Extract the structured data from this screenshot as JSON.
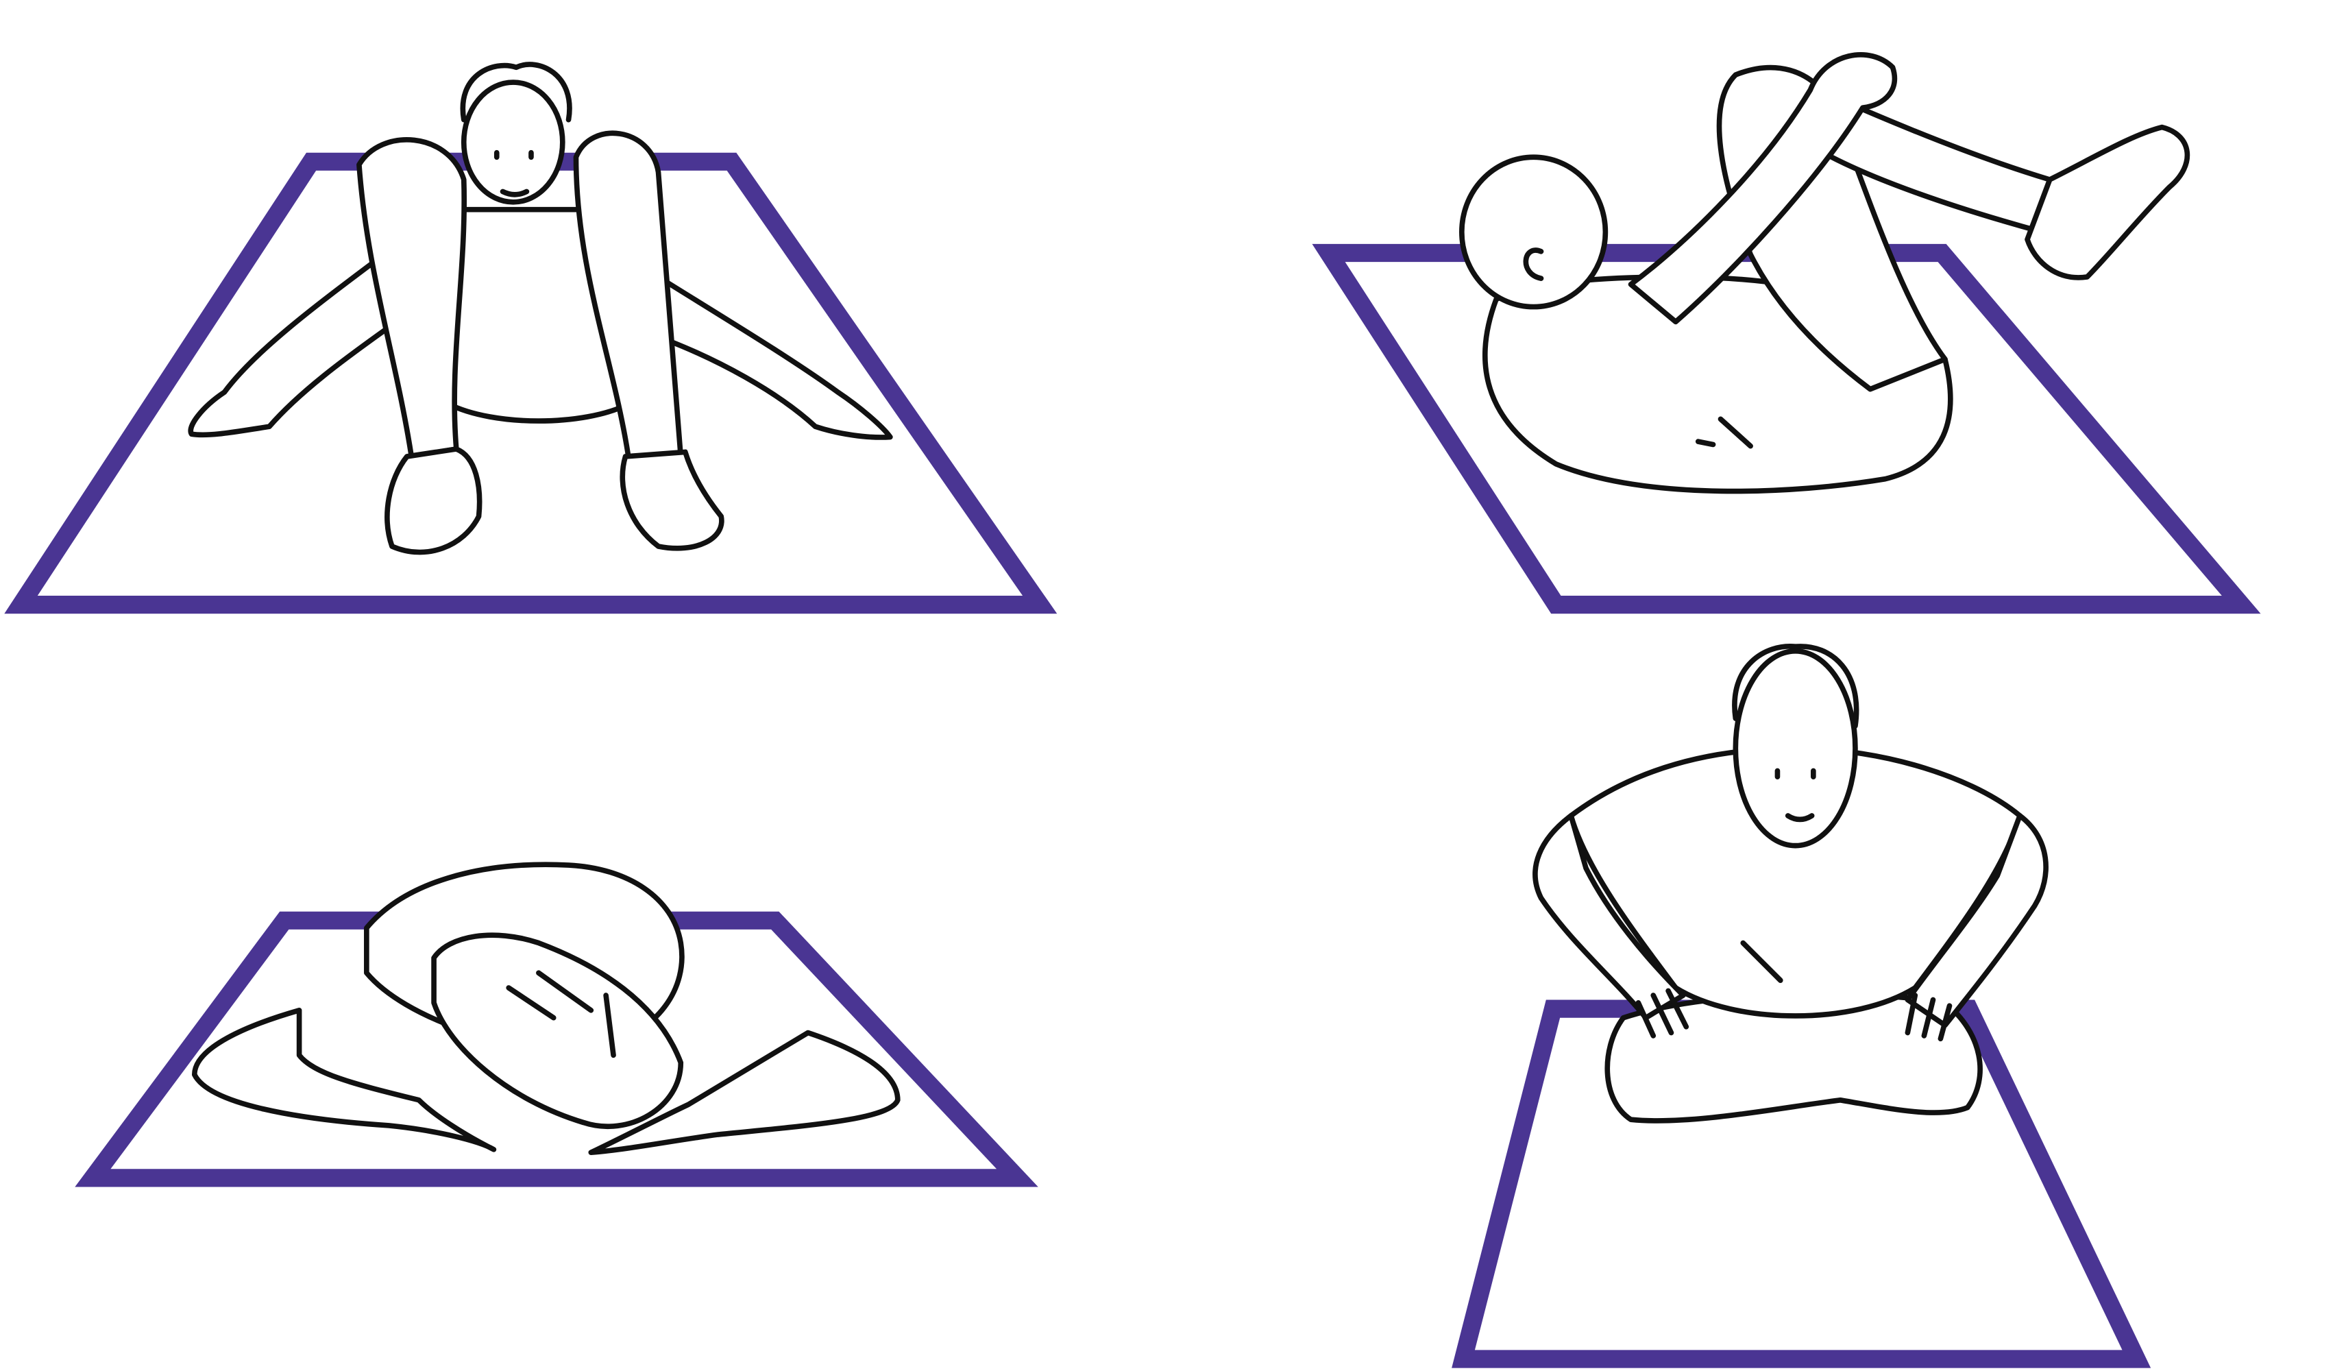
{
  "colors": {
    "mat": "#4a3593",
    "ink": "#111111",
    "background": "#ffffff"
  },
  "poses": [
    {
      "name": "squat-reach"
    },
    {
      "name": "supine-knee-hug"
    },
    {
      "name": "childs-pose"
    },
    {
      "name": "seated-cross-legged"
    }
  ]
}
